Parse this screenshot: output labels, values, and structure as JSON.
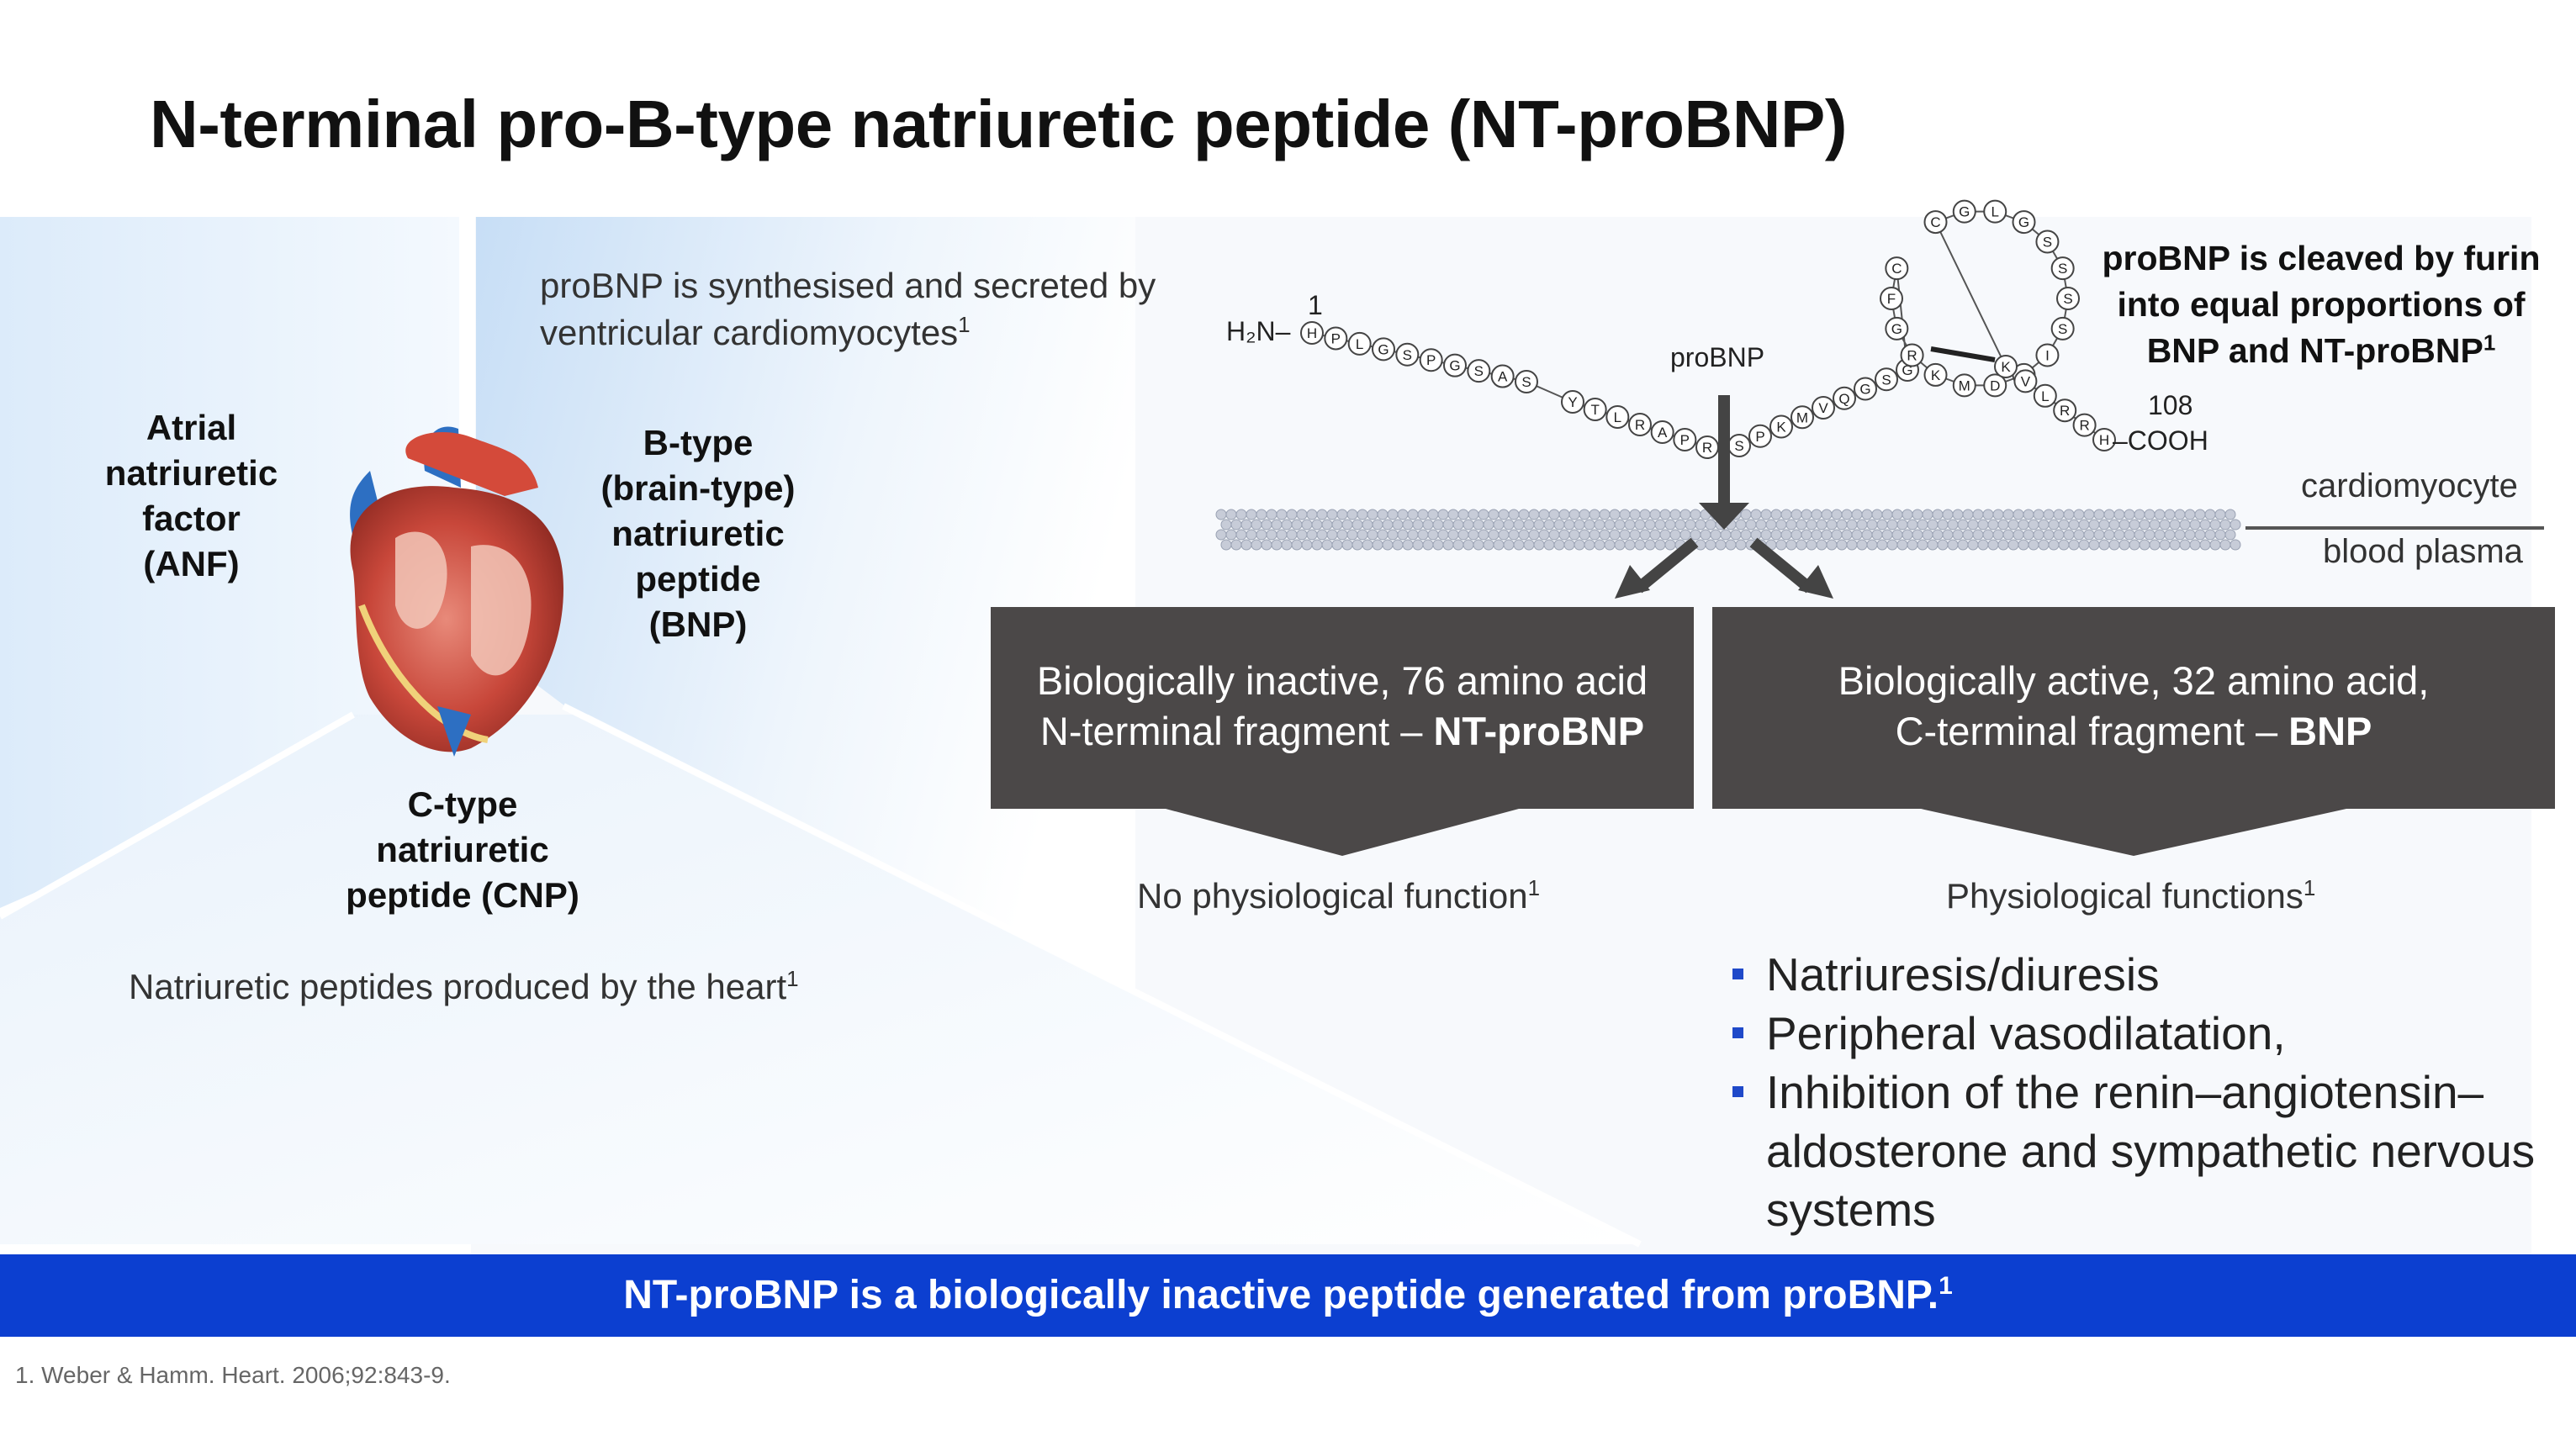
{
  "title": "N-terminal pro-B-type natriuretic peptide (NT-proBNP)",
  "left": {
    "anf_lines": [
      "Atrial",
      "natriuretic",
      "factor",
      "(ANF)"
    ],
    "bnp_lines": [
      "B-type",
      "(brain-type)",
      "natriuretic",
      "peptide",
      "(BNP)"
    ],
    "cnp_lines": [
      "C-type",
      "natriuretic",
      "peptide (CNP)"
    ],
    "synth_line1": "proBNP is synthesised and secreted by",
    "synth_line2": "ventricular cardiomyocytes",
    "synth_ref": "1",
    "produced_text": "Natriuretic peptides produced by the heart",
    "produced_ref": "1",
    "heart_icon": "heart-illustration"
  },
  "peptide": {
    "residue_first": "1",
    "residue_last": "108",
    "n_terminus": "H₂N–",
    "c_terminus": "–COOH",
    "label": "proBNP",
    "chain_left": [
      "H",
      "P",
      "L",
      "G",
      "S",
      "P",
      "G",
      "S",
      "A",
      "S"
    ],
    "chain_mid": [
      "Y",
      "T",
      "L",
      "R",
      "A",
      "P",
      "R"
    ],
    "chain_right": [
      "S",
      "P",
      "K",
      "M",
      "V",
      "Q",
      "G",
      "S",
      "G"
    ],
    "loop": [
      "C",
      "F",
      "G",
      "R",
      "K",
      "M",
      "D",
      "R",
      "I",
      "S",
      "S",
      "S",
      "S",
      "G",
      "L",
      "G",
      "C"
    ],
    "tail": [
      "K",
      "V",
      "L",
      "R",
      "R",
      "H"
    ]
  },
  "cleave": {
    "line1": "proBNP is cleaved by furin",
    "line2": "into equal proportions of",
    "line3": "BNP and NT-proBNP",
    "ref": "1"
  },
  "membrane": {
    "upper_label": "cardiomyocyte",
    "lower_label": "blood plasma"
  },
  "boxes": {
    "inactive_line1": "Biologically inactive, 76 amino acid",
    "inactive_line2_prefix": "N-terminal fragment – ",
    "inactive_line2_bold": "NT-proBNP",
    "active_line1": "Biologically active, 32 amino acid,",
    "active_line2_prefix": "C-terminal fragment – ",
    "active_line2_bold": "BNP"
  },
  "functions": {
    "none_text": "No physiological function",
    "none_ref": "1",
    "title": "Physiological functions",
    "title_ref": "1",
    "items": [
      "Natriuresis/diuresis",
      "Peripheral vasodilatation,",
      "Inhibition of the renin–angiotensin–aldosterone and sympathetic nervous systems"
    ]
  },
  "banner": {
    "text": "NT-proBNP is a biologically inactive peptide generated from proBNP.",
    "ref": "1"
  },
  "footnote": "1. Weber & Hamm. Heart. 2006;92:843-9.",
  "colors": {
    "box_fill": "#4b4848",
    "banner": "#0c3fd0",
    "bullet": "#1f49c9",
    "membrane": "#c7ccd8",
    "bg_blue": "#cfe3f7"
  }
}
